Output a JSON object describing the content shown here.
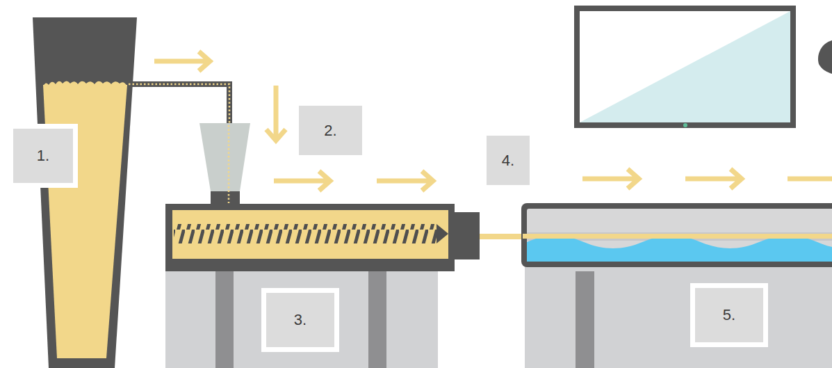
{
  "diagram": {
    "nodes": [
      {
        "text": [
          "1."
        ]
      },
      {
        "text": [
          "2."
        ]
      },
      {
        "text": [
          "4."
        ]
      },
      {
        "text": [
          "3."
        ]
      },
      {
        "text": [
          "5."
        ]
      }
    ]
  }
}
